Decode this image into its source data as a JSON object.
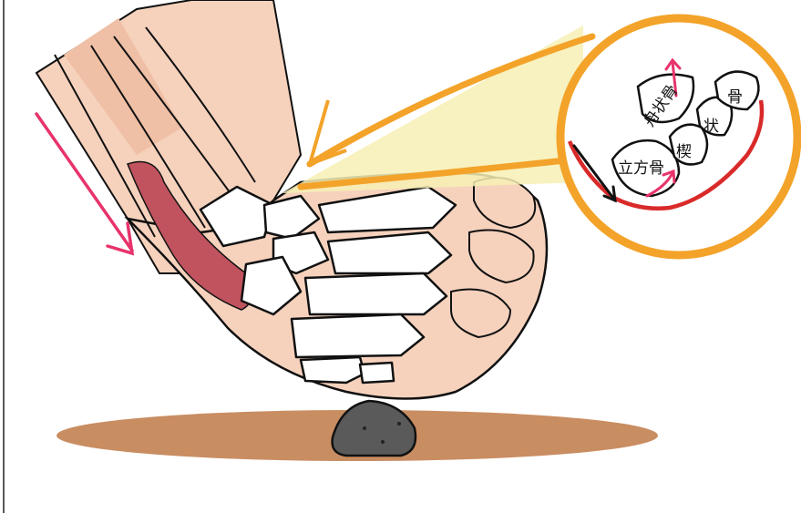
{
  "labels": {
    "cuboid": "立方骨",
    "navicular": "舟状骨",
    "cuneiform_1": "楔",
    "cuneiform_2": "状",
    "cuneiform_3": "骨"
  },
  "colors": {
    "skin": "#f6d2bd",
    "skin_shade": "#efbfa6",
    "bone": "#ffffff",
    "outline": "#111111",
    "muscle": "#c0535e",
    "ground": "#c98d62",
    "stone": "#5a5a5a",
    "arrow_pink": "#e8336b",
    "zoom_orange": "#f3a329",
    "zoom_fill": "#f7f0b5",
    "band_red": "#d92a2a"
  },
  "icons": [
    "stone",
    "ground-shadow",
    "zoom-callout",
    "force-arrow"
  ]
}
